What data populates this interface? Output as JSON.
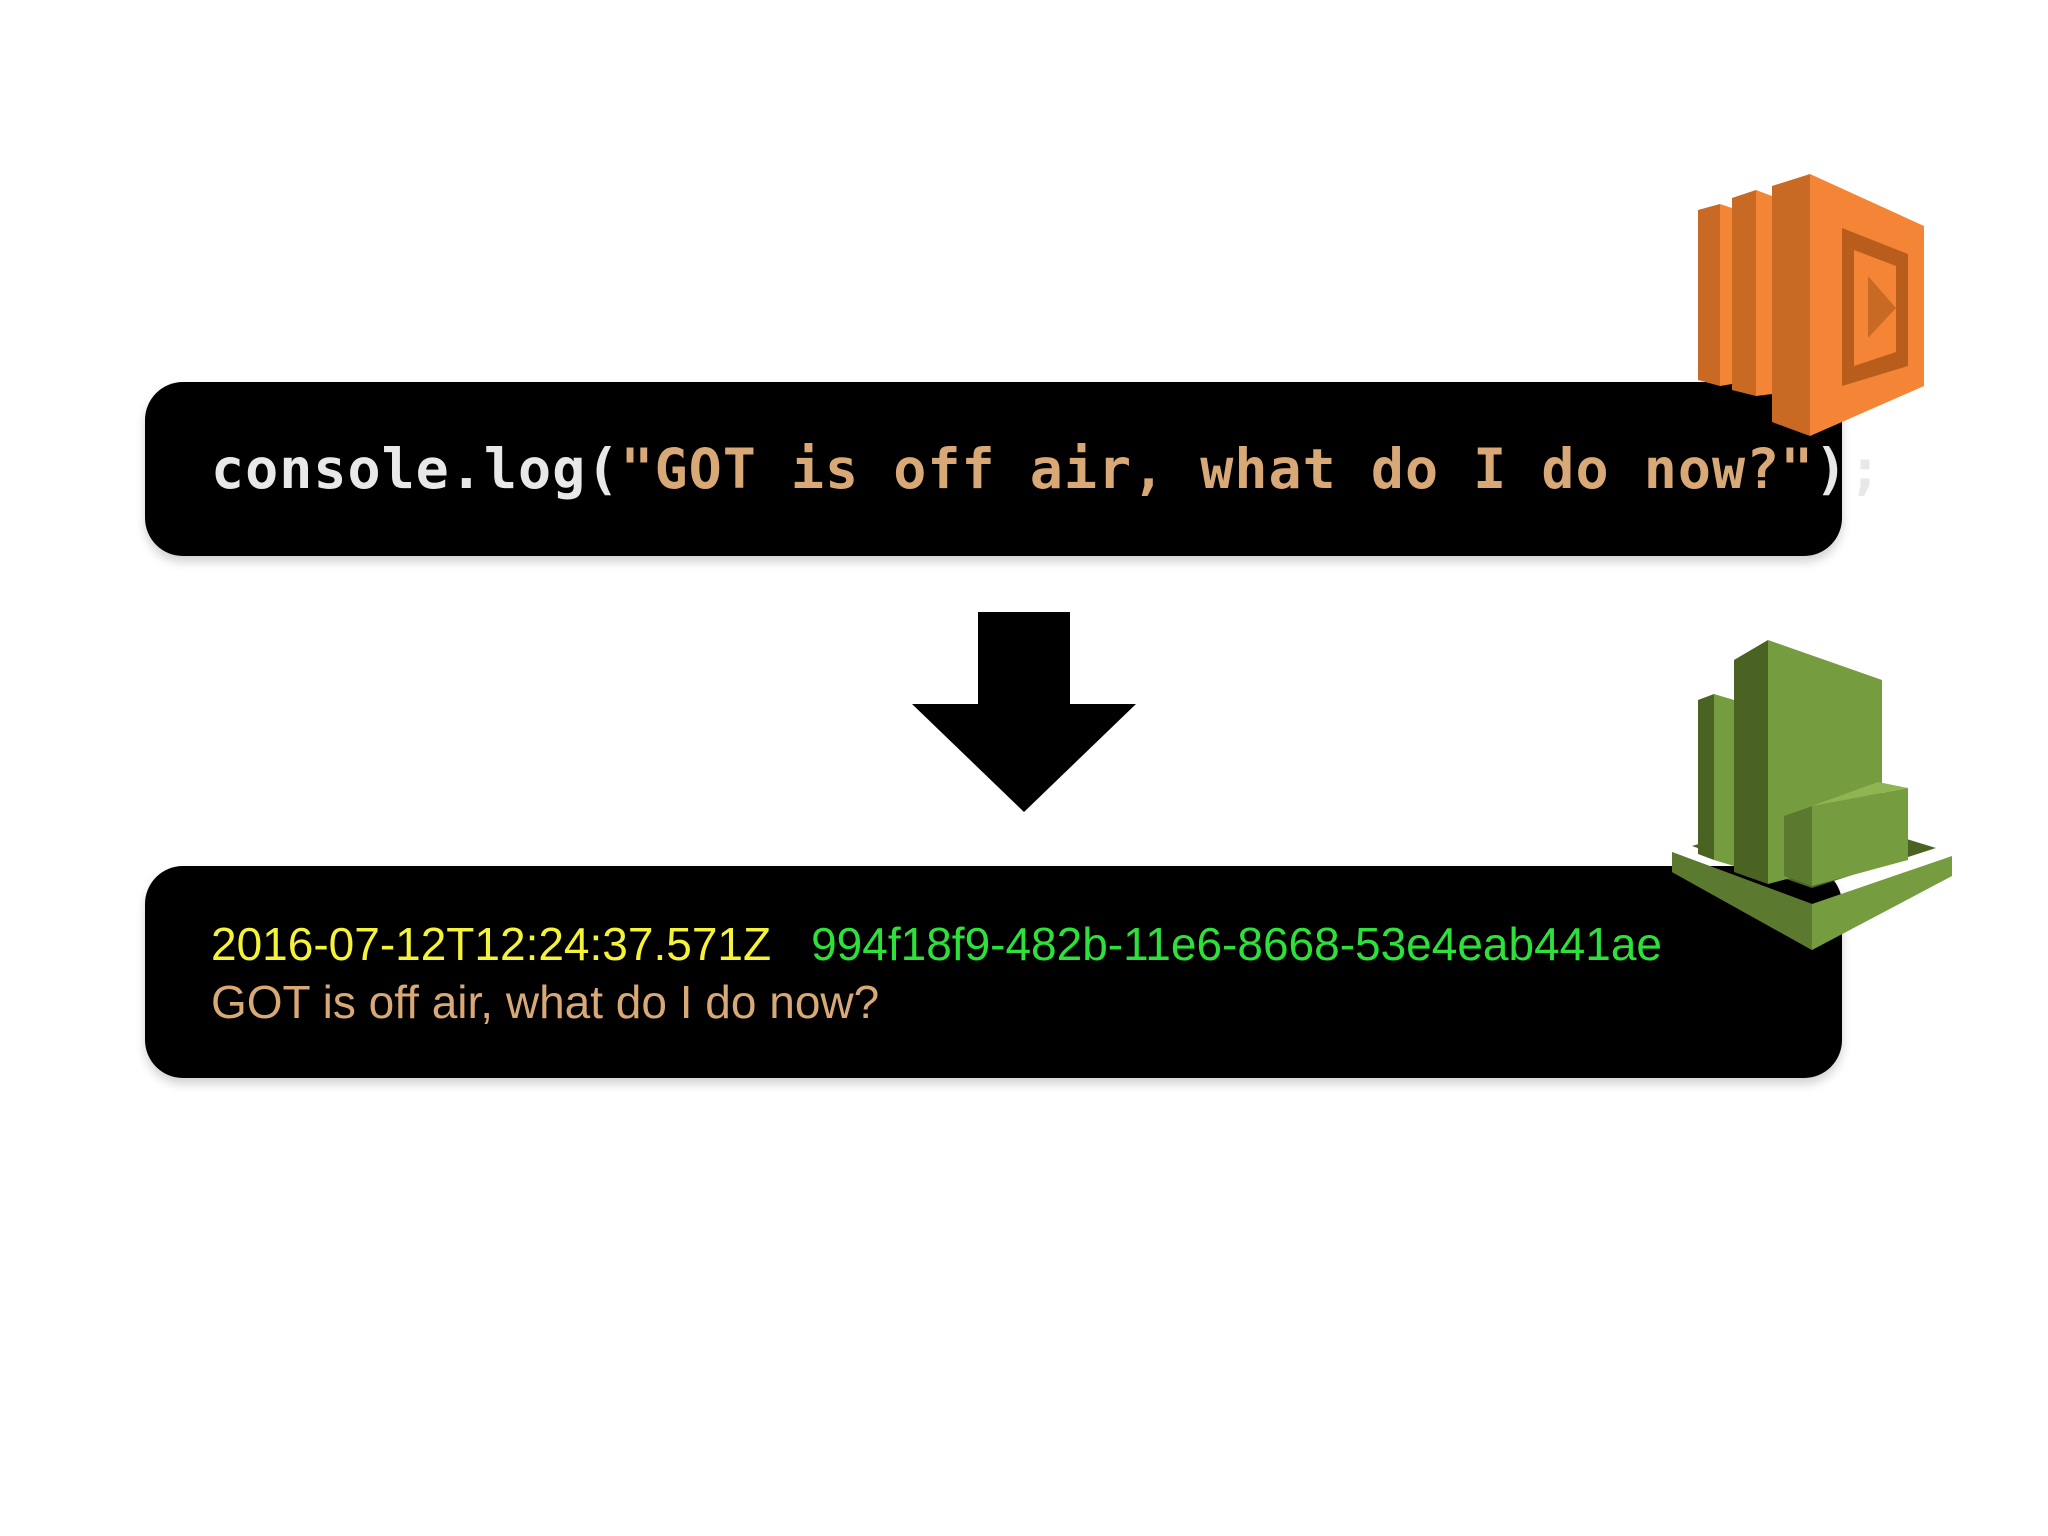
{
  "code": {
    "prefix": "console.log(",
    "string": "\"GOT is off air, what do I do now?\"",
    "suffix": ");"
  },
  "log": {
    "timestamp": "2016-07-12T12:24:37.571Z",
    "request_id": "994f18f9-482b-11e6-8668-53e4eab441ae",
    "message": "GOT is off air, what do I do now?"
  },
  "colors": {
    "box_background": "#000000",
    "lambda_orange": "#f58536",
    "cloudwatch_green": "#759c3e",
    "timestamp_yellow": "#f5f23a",
    "request_id_green": "#2ee13a",
    "message_tan": "#d9a877"
  },
  "icons": {
    "lambda": "aws-lambda-icon",
    "cloudwatch": "aws-cloudwatch-icon",
    "arrow": "down-arrow-icon"
  }
}
